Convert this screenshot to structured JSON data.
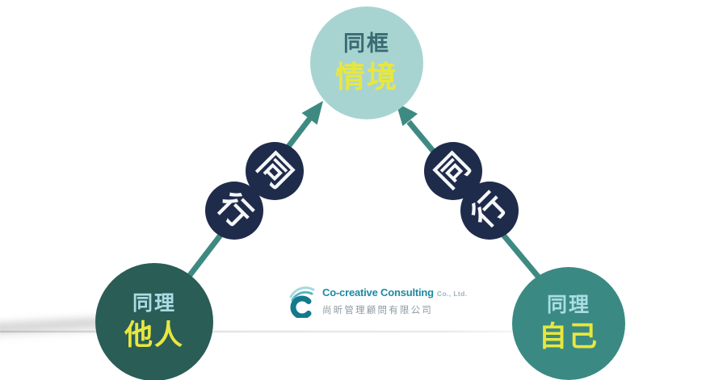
{
  "diagram": {
    "top_circle": {
      "line1": "同框",
      "line2": "情境"
    },
    "left_circle": {
      "line1": "同理",
      "line2": "他人"
    },
    "right_circle": {
      "line1": "同理",
      "line2": "自己"
    },
    "left_arrow": {
      "upper_badge": "同",
      "lower_badge": "行"
    },
    "right_arrow": {
      "upper_badge": "同",
      "lower_badge": "行"
    }
  },
  "logo": {
    "company_en": "Co-creative Consulting",
    "company_suffix": "Co., Ltd.",
    "company_zh": "尚昕管理顧問有限公司"
  },
  "colors": {
    "top-circle-fill": "#a7d4d1",
    "top-label-color": "#3a6b72",
    "left-circle-fill": "#2a5d56",
    "right-circle-fill": "#3a8a83",
    "badge-fill": "#1f2b4a",
    "badge-text": "#f5f7f8",
    "accent-yellow": "#e8e73e",
    "pale-cyan": "#a9dde3",
    "arrow-teal": "#3e8a82",
    "logo-teal": "#1f89a2",
    "logo-suffix-gray": "#9ab4bc",
    "logo-gray": "#8b9aa2"
  }
}
